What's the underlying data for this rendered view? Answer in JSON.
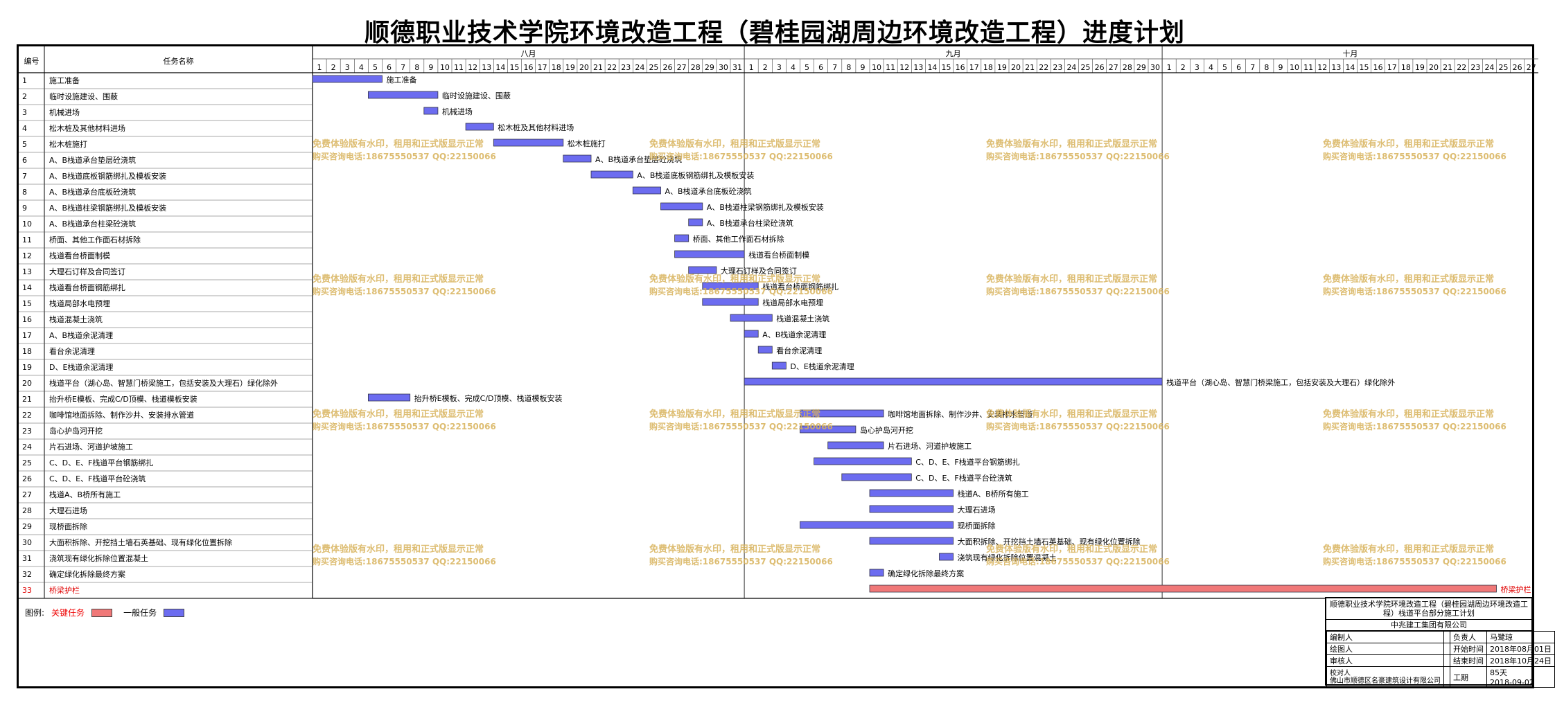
{
  "page_title": "顺德职业技术学院环境改造工程（碧桂园湖周边环境改造工程）进度计划",
  "header": {
    "col_no": "编号",
    "col_task": "任务名称"
  },
  "watermark": {
    "line1": "免费体验版有水印，租用和正式版显示正常",
    "line2": "购买咨询电话:18675550537 QQ:22150066"
  },
  "colors": {
    "normal": "#6c6cf0",
    "critical": "#f07878",
    "critical_text": "#e00000"
  },
  "chart_data": {
    "type": "gantt",
    "months": [
      {
        "name": "八月",
        "days": 31
      },
      {
        "name": "九月",
        "days": 30
      },
      {
        "name": "十月",
        "days": 27
      }
    ],
    "tasks": [
      {
        "no": "1",
        "name": "施工准备",
        "start": 0,
        "dur": 5,
        "critical": false
      },
      {
        "no": "2",
        "name": "临时设施建设、围蔽",
        "start": 4,
        "dur": 5,
        "critical": false
      },
      {
        "no": "3",
        "name": "机械进场",
        "start": 8,
        "dur": 1,
        "critical": false
      },
      {
        "no": "4",
        "name": "松木桩及其他材料进场",
        "start": 11,
        "dur": 2,
        "critical": false
      },
      {
        "no": "5",
        "name": "松木桩施打",
        "start": 13,
        "dur": 5,
        "critical": false
      },
      {
        "no": "6",
        "name": "A、B栈道承台垫层砼浇筑",
        "start": 18,
        "dur": 2,
        "critical": false
      },
      {
        "no": "7",
        "name": "A、B栈道底板钢筋绑扎及模板安装",
        "start": 20,
        "dur": 3,
        "critical": false
      },
      {
        "no": "8",
        "name": "A、B栈道承台底板砼浇筑",
        "start": 23,
        "dur": 2,
        "critical": false
      },
      {
        "no": "9",
        "name": "A、B栈道柱梁钢筋绑扎及模板安装",
        "start": 25,
        "dur": 3,
        "critical": false
      },
      {
        "no": "10",
        "name": "A、B栈道承台柱梁砼浇筑",
        "start": 27,
        "dur": 1,
        "critical": false
      },
      {
        "no": "11",
        "name": "桥面、其他工作面石材拆除",
        "start": 26,
        "dur": 1,
        "critical": false
      },
      {
        "no": "12",
        "name": "栈道看台桥面制模",
        "start": 26,
        "dur": 5,
        "critical": false
      },
      {
        "no": "13",
        "name": "大理石订样及合同签订",
        "start": 27,
        "dur": 2,
        "critical": false
      },
      {
        "no": "14",
        "name": "栈道看台桥面钢筋绑扎",
        "start": 28,
        "dur": 4,
        "critical": false
      },
      {
        "no": "15",
        "name": "栈道局部水电预埋",
        "start": 28,
        "dur": 4,
        "critical": false
      },
      {
        "no": "16",
        "name": "栈道混凝土浇筑",
        "start": 30,
        "dur": 3,
        "critical": false
      },
      {
        "no": "17",
        "name": "A、B栈道余泥清理",
        "start": 31,
        "dur": 1,
        "critical": false
      },
      {
        "no": "18",
        "name": "看台余泥清理",
        "start": 32,
        "dur": 1,
        "critical": false
      },
      {
        "no": "19",
        "name": "D、E栈道余泥清理",
        "start": 33,
        "dur": 1,
        "critical": false
      },
      {
        "no": "20",
        "name": "栈道平台（湖心岛、智慧门桥梁施工，包括安装及大理石）绿化除外",
        "start": 31,
        "dur": 30,
        "critical": false
      },
      {
        "no": "21",
        "name": "抬升桥E模板、完成C/D顶模、栈道模板安装",
        "start": 4,
        "dur": 3,
        "critical": false
      },
      {
        "no": "22",
        "name": "咖啡馆地面拆除、制作沙井、安装排水管道",
        "start": 35,
        "dur": 6,
        "critical": false
      },
      {
        "no": "23",
        "name": "岛心护岛河开挖",
        "start": 35,
        "dur": 4,
        "critical": false
      },
      {
        "no": "24",
        "name": "片石进场、河道护坡施工",
        "start": 37,
        "dur": 4,
        "critical": false
      },
      {
        "no": "25",
        "name": "C、D、E、F栈道平台钢筋绑扎",
        "start": 36,
        "dur": 7,
        "critical": false
      },
      {
        "no": "26",
        "name": "C、D、E、F栈道平台砼浇筑",
        "start": 38,
        "dur": 5,
        "critical": false
      },
      {
        "no": "27",
        "name": "栈道A、B桥所有施工",
        "start": 40,
        "dur": 6,
        "critical": false
      },
      {
        "no": "28",
        "name": "大理石进场",
        "start": 40,
        "dur": 6,
        "critical": false
      },
      {
        "no": "29",
        "name": "现桥面拆除",
        "start": 35,
        "dur": 11,
        "critical": false
      },
      {
        "no": "30",
        "name": "大面积拆除、开挖挡土墙石英基础、现有绿化位置拆除",
        "start": 40,
        "dur": 6,
        "critical": false
      },
      {
        "no": "31",
        "name": "浇筑现有绿化拆除位置混凝土",
        "start": 45,
        "dur": 1,
        "critical": false
      },
      {
        "no": "32",
        "name": "确定绿化拆除最终方案",
        "start": 40,
        "dur": 1,
        "critical": false
      },
      {
        "no": "33",
        "name": "桥梁护栏",
        "start": 40,
        "dur": 45,
        "critical": true
      }
    ]
  },
  "legend": {
    "label": "图例:",
    "critical": "关键任务",
    "normal": "一般任务"
  },
  "info": {
    "project": "顺德职业技术学院环境改造工程（碧桂园湖周边环境改造工程）栈道平台部分施工计划",
    "org": "中兆建工集团有限公司",
    "rows": [
      [
        "编制人",
        "",
        "负责人",
        "马鹭琼"
      ],
      [
        "绘图人",
        "",
        "开始时间",
        "2018年08月01日"
      ],
      [
        "审核人",
        "",
        "结束时间",
        "2018年10月24日"
      ],
      [
        "校对人",
        "",
        "工期",
        "85天"
      ]
    ],
    "footer_left": "佛山市顺德区名豪建筑设计有限公司",
    "footer_right": "2018-09-02"
  }
}
